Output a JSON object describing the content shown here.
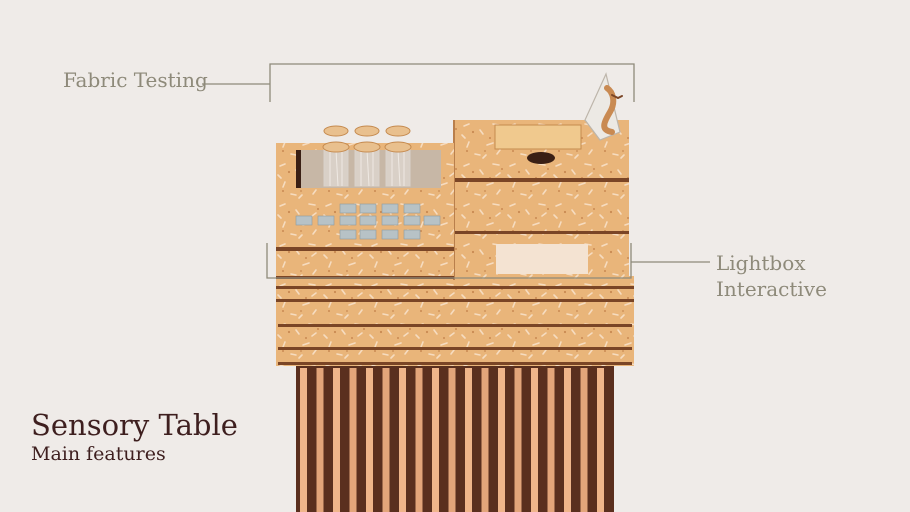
{
  "title": "Sensory Table",
  "subtitle": "Main features",
  "callouts": {
    "fabric_testing": "Fabric Testing",
    "lightbox_line1": "Lightbox",
    "lightbox_line2": "Interactive"
  },
  "colors": {
    "background": "#efebe8",
    "cork": "#e9b57a",
    "cork_dark": "#a86a3a",
    "callout_line": "#8e8a7a",
    "title": "#3e1f1f"
  }
}
